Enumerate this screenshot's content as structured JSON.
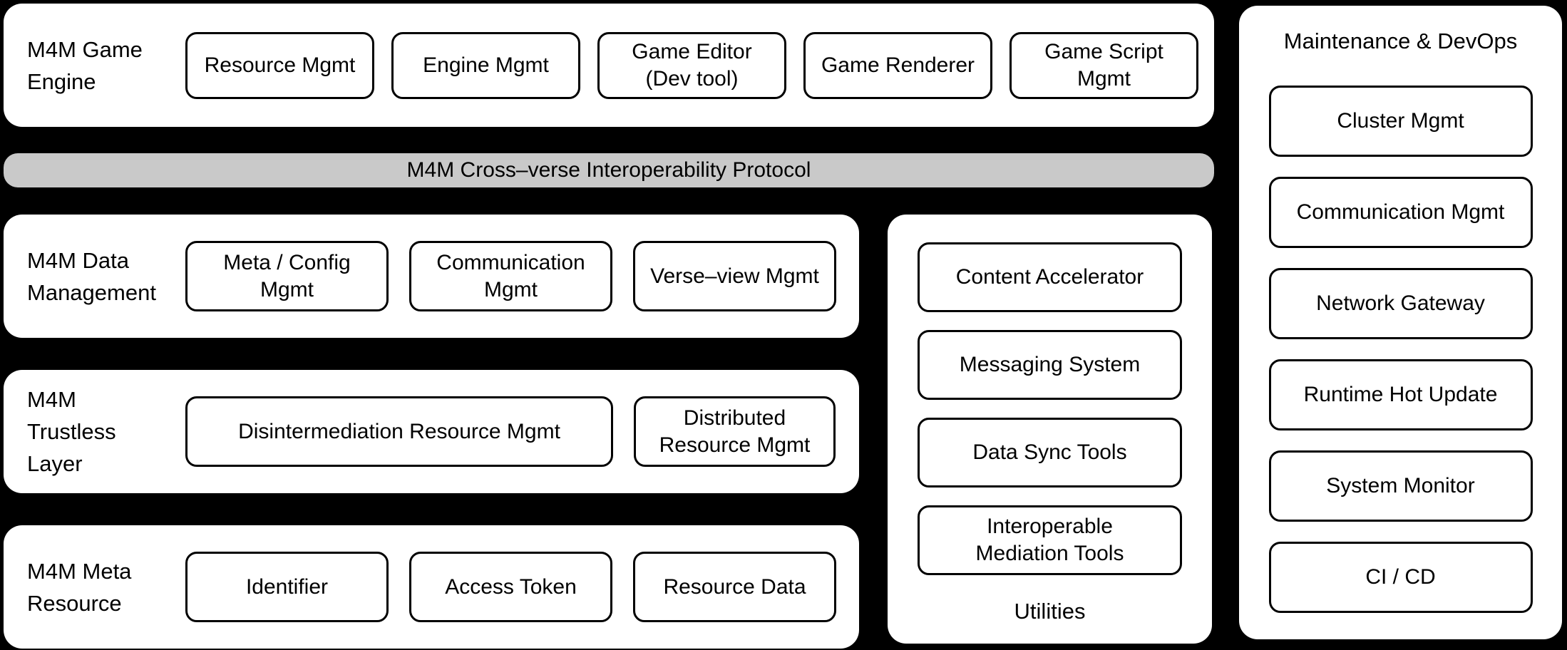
{
  "protocol_bar": {
    "label": "M4M Cross–verse Interoperability Protocol"
  },
  "layers": [
    {
      "id": "game-engine",
      "label": "M4M Game\nEngine",
      "boxes": [
        "Resource Mgmt",
        "Engine Mgmt",
        "Game Editor\n(Dev tool)",
        "Game Renderer",
        "Game Script\nMgmt"
      ]
    },
    {
      "id": "data-management",
      "label": "M4M Data\nManagement",
      "boxes": [
        "Meta / Config\nMgmt",
        "Communication\nMgmt",
        "Verse–view Mgmt"
      ]
    },
    {
      "id": "trustless-layer",
      "label": "M4M\nTrustless\nLayer",
      "boxes": [
        "Disintermediation Resource Mgmt",
        "Distributed\nResource Mgmt"
      ]
    },
    {
      "id": "meta-resource",
      "label": "M4M Meta\nResource",
      "boxes": [
        "Identifier",
        "Access Token",
        "Resource Data"
      ]
    }
  ],
  "utilities": {
    "title": "Utilities",
    "boxes": [
      "Content Accelerator",
      "Messaging System",
      "Data Sync Tools",
      "Interoperable\nMediation Tools"
    ]
  },
  "devops": {
    "title": "Maintenance & DevOps",
    "boxes": [
      "Cluster Mgmt",
      "Communication Mgmt",
      "Network Gateway",
      "Runtime Hot Update",
      "System Monitor",
      "CI / CD"
    ]
  },
  "colors": {
    "background": "#000000",
    "panel": "#ffffff",
    "protocol_bar": "#c9c9c9",
    "border": "#000000",
    "text": "#000000"
  }
}
